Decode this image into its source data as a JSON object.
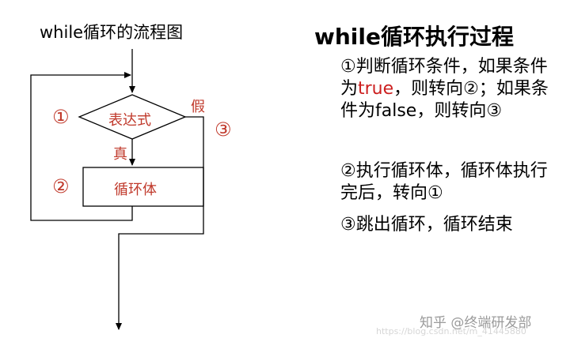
{
  "flowchart": {
    "title": "while循环的流程图",
    "condition": "表达式",
    "body": "循环体",
    "true_label": "真",
    "false_label": "假",
    "markers": [
      "①",
      "②",
      "③"
    ]
  },
  "explanation": {
    "title": "while循环执行过程",
    "step1": {
      "a": "①判断循环条件，如果条件为",
      "true_word": "true",
      "b": "，则转向②；如果条件为false，则转向③"
    },
    "step2": "②执行循环体，循环体执行完后，转向①",
    "step3": "③跳出循环，循环结束"
  },
  "watermark": {
    "main": "知乎 @终端研发部",
    "faint": "https://blog.csdn.net/m_41445880"
  },
  "colors": {
    "label_red": "#c0392b",
    "highlight_red": "#cc1f1f",
    "line": "#000000"
  }
}
